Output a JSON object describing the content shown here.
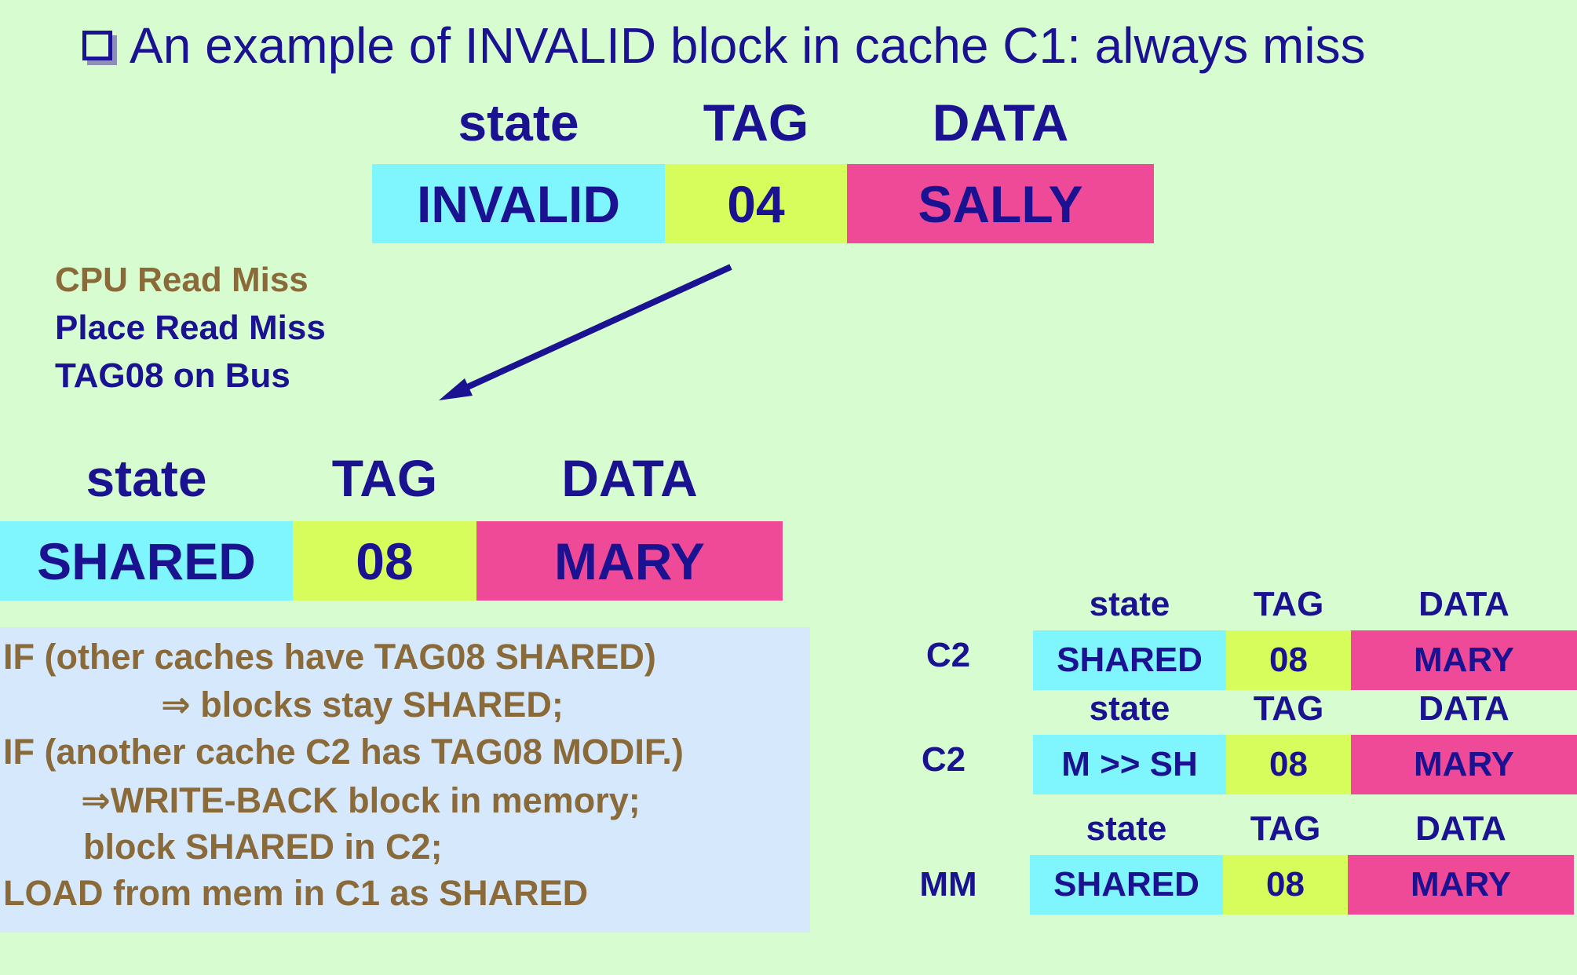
{
  "title": "An example of INVALID block in cache C1: always miss",
  "headers": {
    "state": "state",
    "tag": "TAG",
    "data": "DATA"
  },
  "top_block": {
    "state": "INVALID",
    "tag": "04",
    "data": "SALLY"
  },
  "transition": {
    "event": "CPU Read Miss",
    "action1": "Place Read Miss",
    "action2": "TAG08 on Bus"
  },
  "new_block": {
    "state": "SHARED",
    "tag": "08",
    "data": "MARY"
  },
  "info_lines": [
    "IF (other caches have TAG08 SHARED)",
    "⇒ blocks stay SHARED;",
    "IF (another cache C2 has TAG08 MODIF.)",
    "⇒WRITE-BACK block in memory;",
    "block SHARED in C2;",
    "LOAD from mem in C1 as SHARED"
  ],
  "mini_tables": [
    {
      "label": "C2",
      "state": "SHARED",
      "tag": "08",
      "data": "MARY"
    },
    {
      "label": "C2",
      "state": "M >> SH",
      "tag": "08",
      "data": "MARY"
    },
    {
      "label": "MM",
      "state": "SHARED",
      "tag": "08",
      "data": "MARY"
    }
  ],
  "colors": {
    "background": "#d6fcd0",
    "text": "#1a1290",
    "state_cell": "#7ff6fe",
    "tag_cell": "#d6fd5c",
    "data_cell": "#ef4a98",
    "brown_text": "#8b6a3a",
    "info_box": "#d5e8fc"
  }
}
